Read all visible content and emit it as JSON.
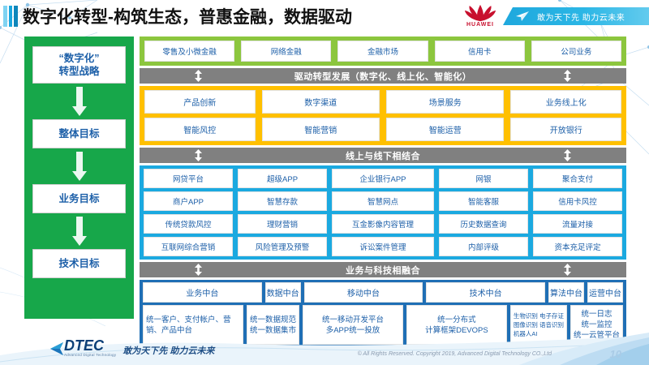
{
  "header": {
    "title": "数字化转型-构筑生态，普惠金融，数据驱动",
    "huawei_wordmark": "HUAWEI",
    "ribbon_text": "敢为天下先 助力云未来",
    "icons": {
      "bars": "title-accent-bars",
      "plane": "paper-plane-icon"
    }
  },
  "strategy": {
    "items": [
      {
        "label": "“数字化”\n转型战略"
      },
      {
        "label": "整体目标"
      },
      {
        "label": "业务目标"
      },
      {
        "label": "技术目标"
      }
    ],
    "item0_line1": "“数字化”",
    "item0_line2": "转型战略",
    "item1": "整体目标",
    "item2": "业务目标",
    "item3": "技术目标"
  },
  "business_band": {
    "items": [
      "零售及小微金融",
      "网络金融",
      "金融市场",
      "信用卡",
      "公司业务"
    ]
  },
  "divider1": {
    "label": "驱动转型发展（数字化、线上化、智能化）"
  },
  "capability_band": {
    "row1": [
      "产品创新",
      "数字渠道",
      "场景服务",
      "业务线上化"
    ],
    "row2": [
      "智能风控",
      "智能营销",
      "智能运营",
      "开放银行"
    ]
  },
  "divider2": {
    "label": "线上与线下相结合"
  },
  "application_band": {
    "rows": [
      [
        "网贷平台",
        "超级APP",
        "企业银行APP",
        "网银",
        "聚合支付"
      ],
      [
        "商户APP",
        "智慧存款",
        "智慧网点",
        "智能客服",
        "信用卡风控"
      ],
      [
        "传统贷款风控",
        "理财营销",
        "互金影像内容管理",
        "历史数据查询",
        "流量对接"
      ],
      [
        "互联网综合营销",
        "风险管理及预警",
        "诉讼案件管理",
        "内部评级",
        "资本充足评定"
      ]
    ]
  },
  "divider3": {
    "label": "业务与科技相融合"
  },
  "platform_band": {
    "headers": [
      "业务中台",
      "数据中台",
      "移动中台",
      "技术中台",
      "算法中台",
      "运营中台"
    ],
    "details": [
      "统一客户、支付帐户、营销、产品中台",
      "统一数据规范\n统一数据集市",
      "统一移动开发平台\n多APP统一投放",
      "统一分布式\n计算框架DEVOPS",
      "生物识别 电子存证\n图像识别 语音识别\n机器人AI",
      "统一日志\n统一监控\n统一云管平台"
    ],
    "d0": "统一客户、支付帐户、营销、产品中台",
    "d1_l1": "统一数据规范",
    "d1_l2": "统一数据集市",
    "d2_l1": "统一移动开发平台",
    "d2_l2": "多APP统一投放",
    "d3_l1": "统一分布式",
    "d3_l2": "计算框架DEVOPS",
    "d4_l1": "生物识别 电子存证",
    "d4_l2": "图像识别 语音识别",
    "d4_l3": "机器人AI",
    "d5_l1": "统一日志",
    "d5_l2": "统一监控",
    "d5_l3": "统一云管平台"
  },
  "footer": {
    "logo_name": "DTEC",
    "logo_sub": "Advanced Digital Technology",
    "slogan": "敢为天下先   助力云未来",
    "copyright": "© All Rights Reserved. Copyright 2019, Advanced Digital Technology CO.,Ltd",
    "page_number": "10"
  },
  "colors": {
    "green": "#17a74a",
    "light_green": "#8cc63e",
    "gray": "#808080",
    "orange": "#ffc000",
    "blue": "#1ba9e0",
    "dark_blue": "#1f6fb5",
    "text_blue": "#1c5fa8",
    "huawei_red": "#c8102e"
  }
}
